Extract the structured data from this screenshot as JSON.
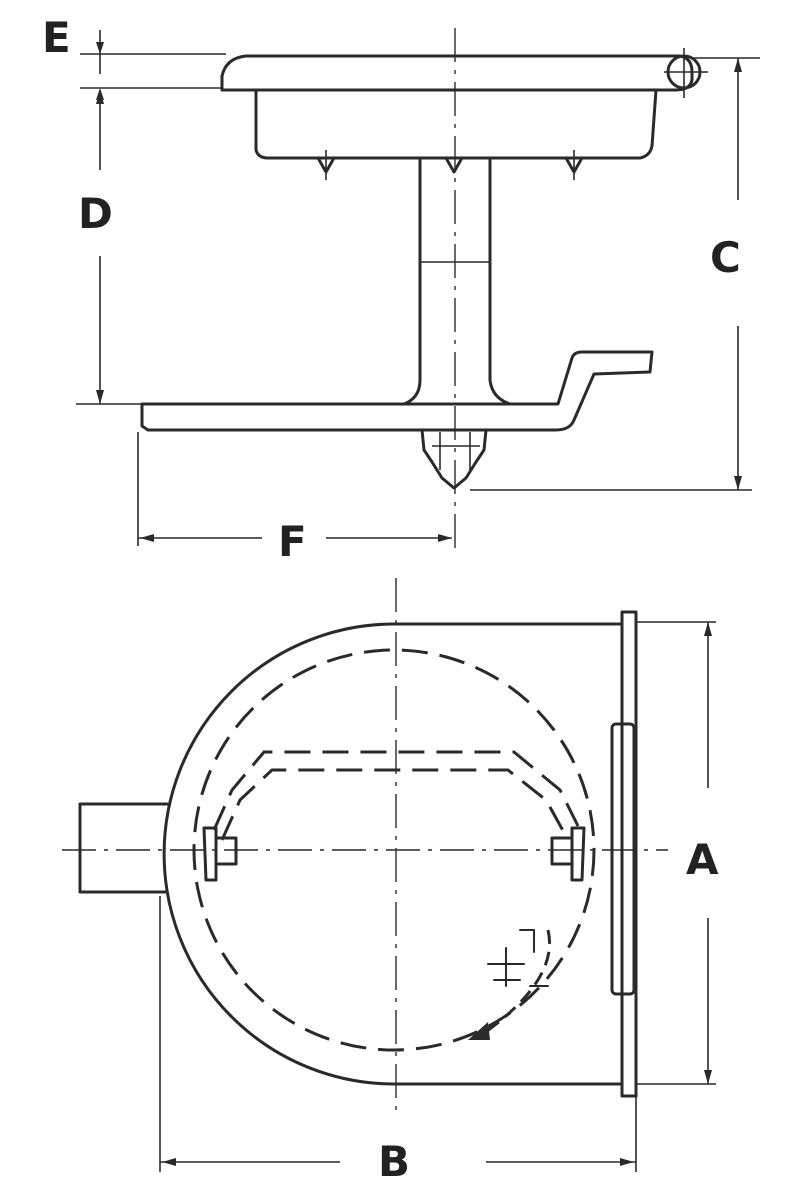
{
  "dimensions": {
    "A": "A",
    "B": "B",
    "C": "C",
    "D": "D",
    "E": "E",
    "F": "F"
  },
  "colors": {
    "ink": "#2a2a2a",
    "background": "#ffffff"
  }
}
